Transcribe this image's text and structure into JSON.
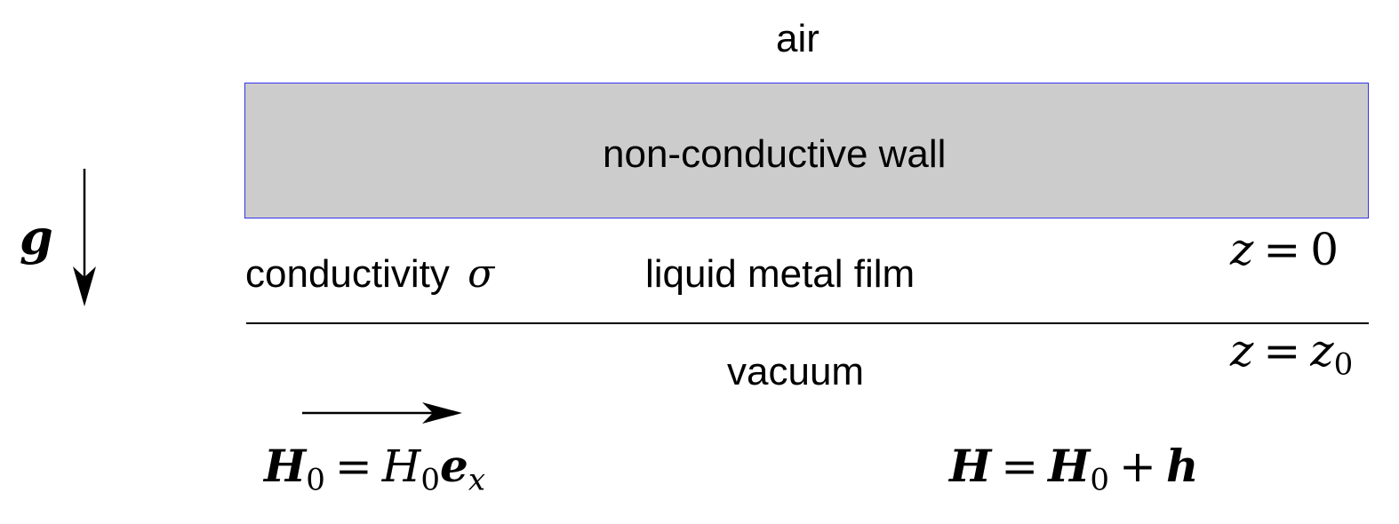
{
  "labels": {
    "air": "air",
    "wall": "non-conductive wall",
    "conductivity": "conductivity",
    "film": "liquid metal film",
    "vacuum": "vacuum"
  },
  "symbols": {
    "g": "g",
    "sigma": "σ",
    "z": "z",
    "equals": "=",
    "plus": "+",
    "zero": "0",
    "H": "H",
    "e": "e",
    "x": "x",
    "h": "h"
  },
  "colors": {
    "wall_fill": "#cccccc",
    "wall_border": "#3333ee",
    "ink": "#000000"
  }
}
